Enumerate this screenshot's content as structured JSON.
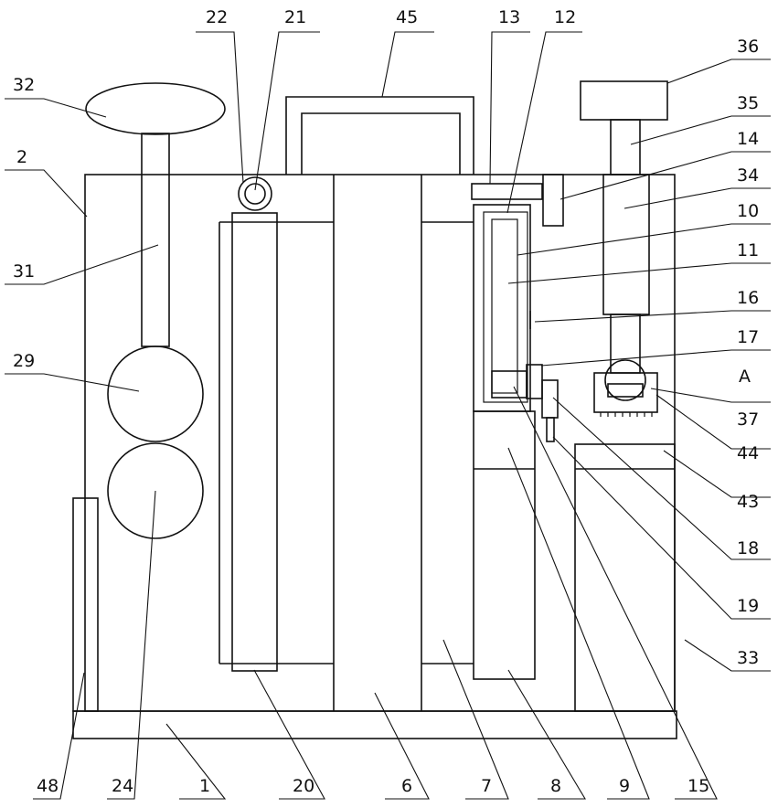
{
  "labels": {
    "l48": "48",
    "l24": "24",
    "l1": "1",
    "l20": "20",
    "l6": "6",
    "l7": "7",
    "l8": "8",
    "l9": "9",
    "l15": "15",
    "l22": "22",
    "l21": "21",
    "l45": "45",
    "l13": "13",
    "l12": "12",
    "l36": "36",
    "l35": "35",
    "l14": "14",
    "l34": "34",
    "l10": "10",
    "l11": "11",
    "l16": "16",
    "l17": "17",
    "lA": "A",
    "l37": "37",
    "l44": "44",
    "l43": "43",
    "l18": "18",
    "l19": "19",
    "l33": "33",
    "l32": "32",
    "l2": "2",
    "l31": "31",
    "l29": "29"
  }
}
